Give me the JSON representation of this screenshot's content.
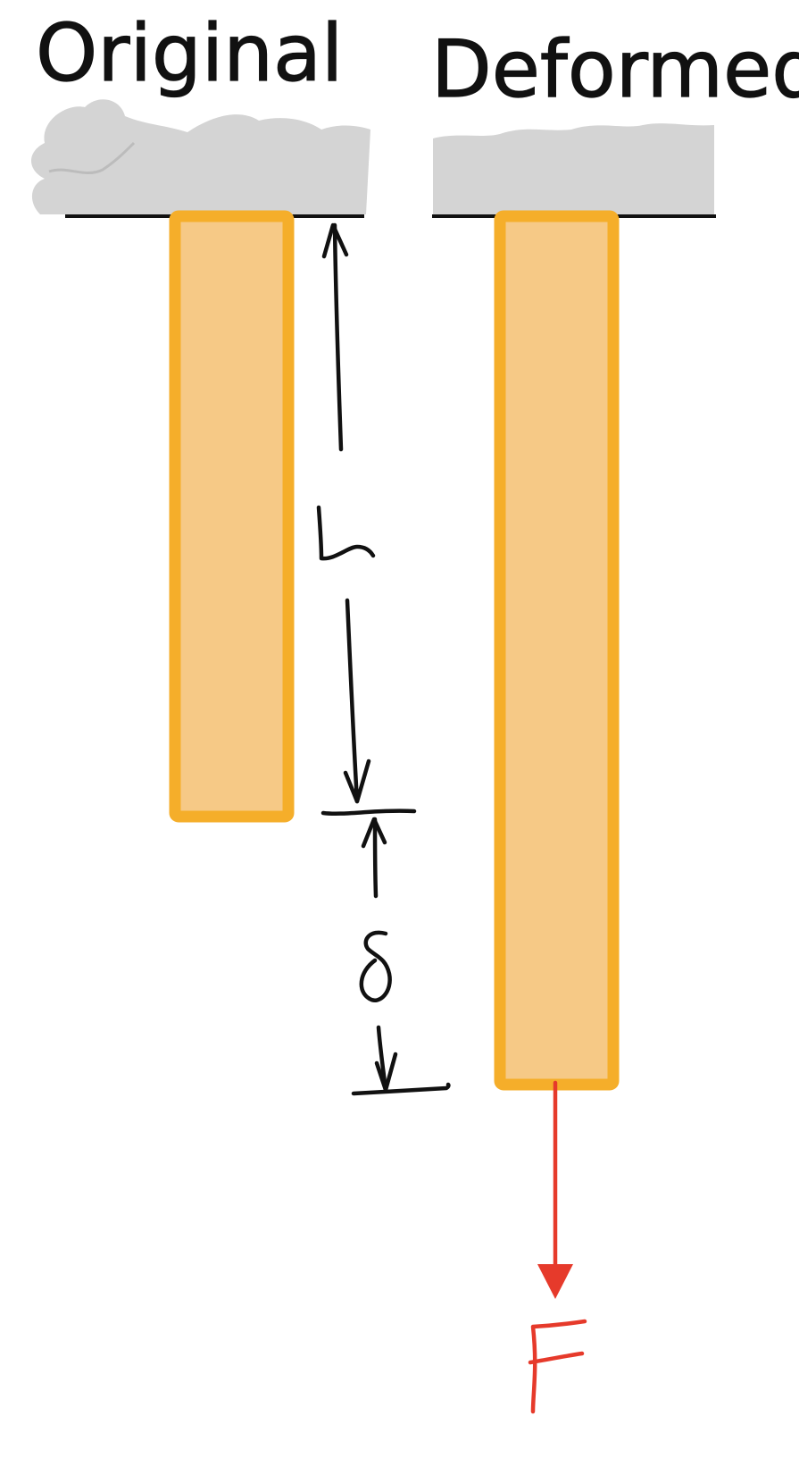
{
  "labels": {
    "original": "Original",
    "deformed": "Deformed",
    "length_symbol": "L",
    "elongation_symbol": "δ",
    "force_symbol": "F"
  },
  "colors": {
    "bar_fill": "#f6c986",
    "bar_border": "#f5ae2a",
    "support": "#d4d4d4",
    "ink": "#111111",
    "force": "#e63a2b"
  }
}
